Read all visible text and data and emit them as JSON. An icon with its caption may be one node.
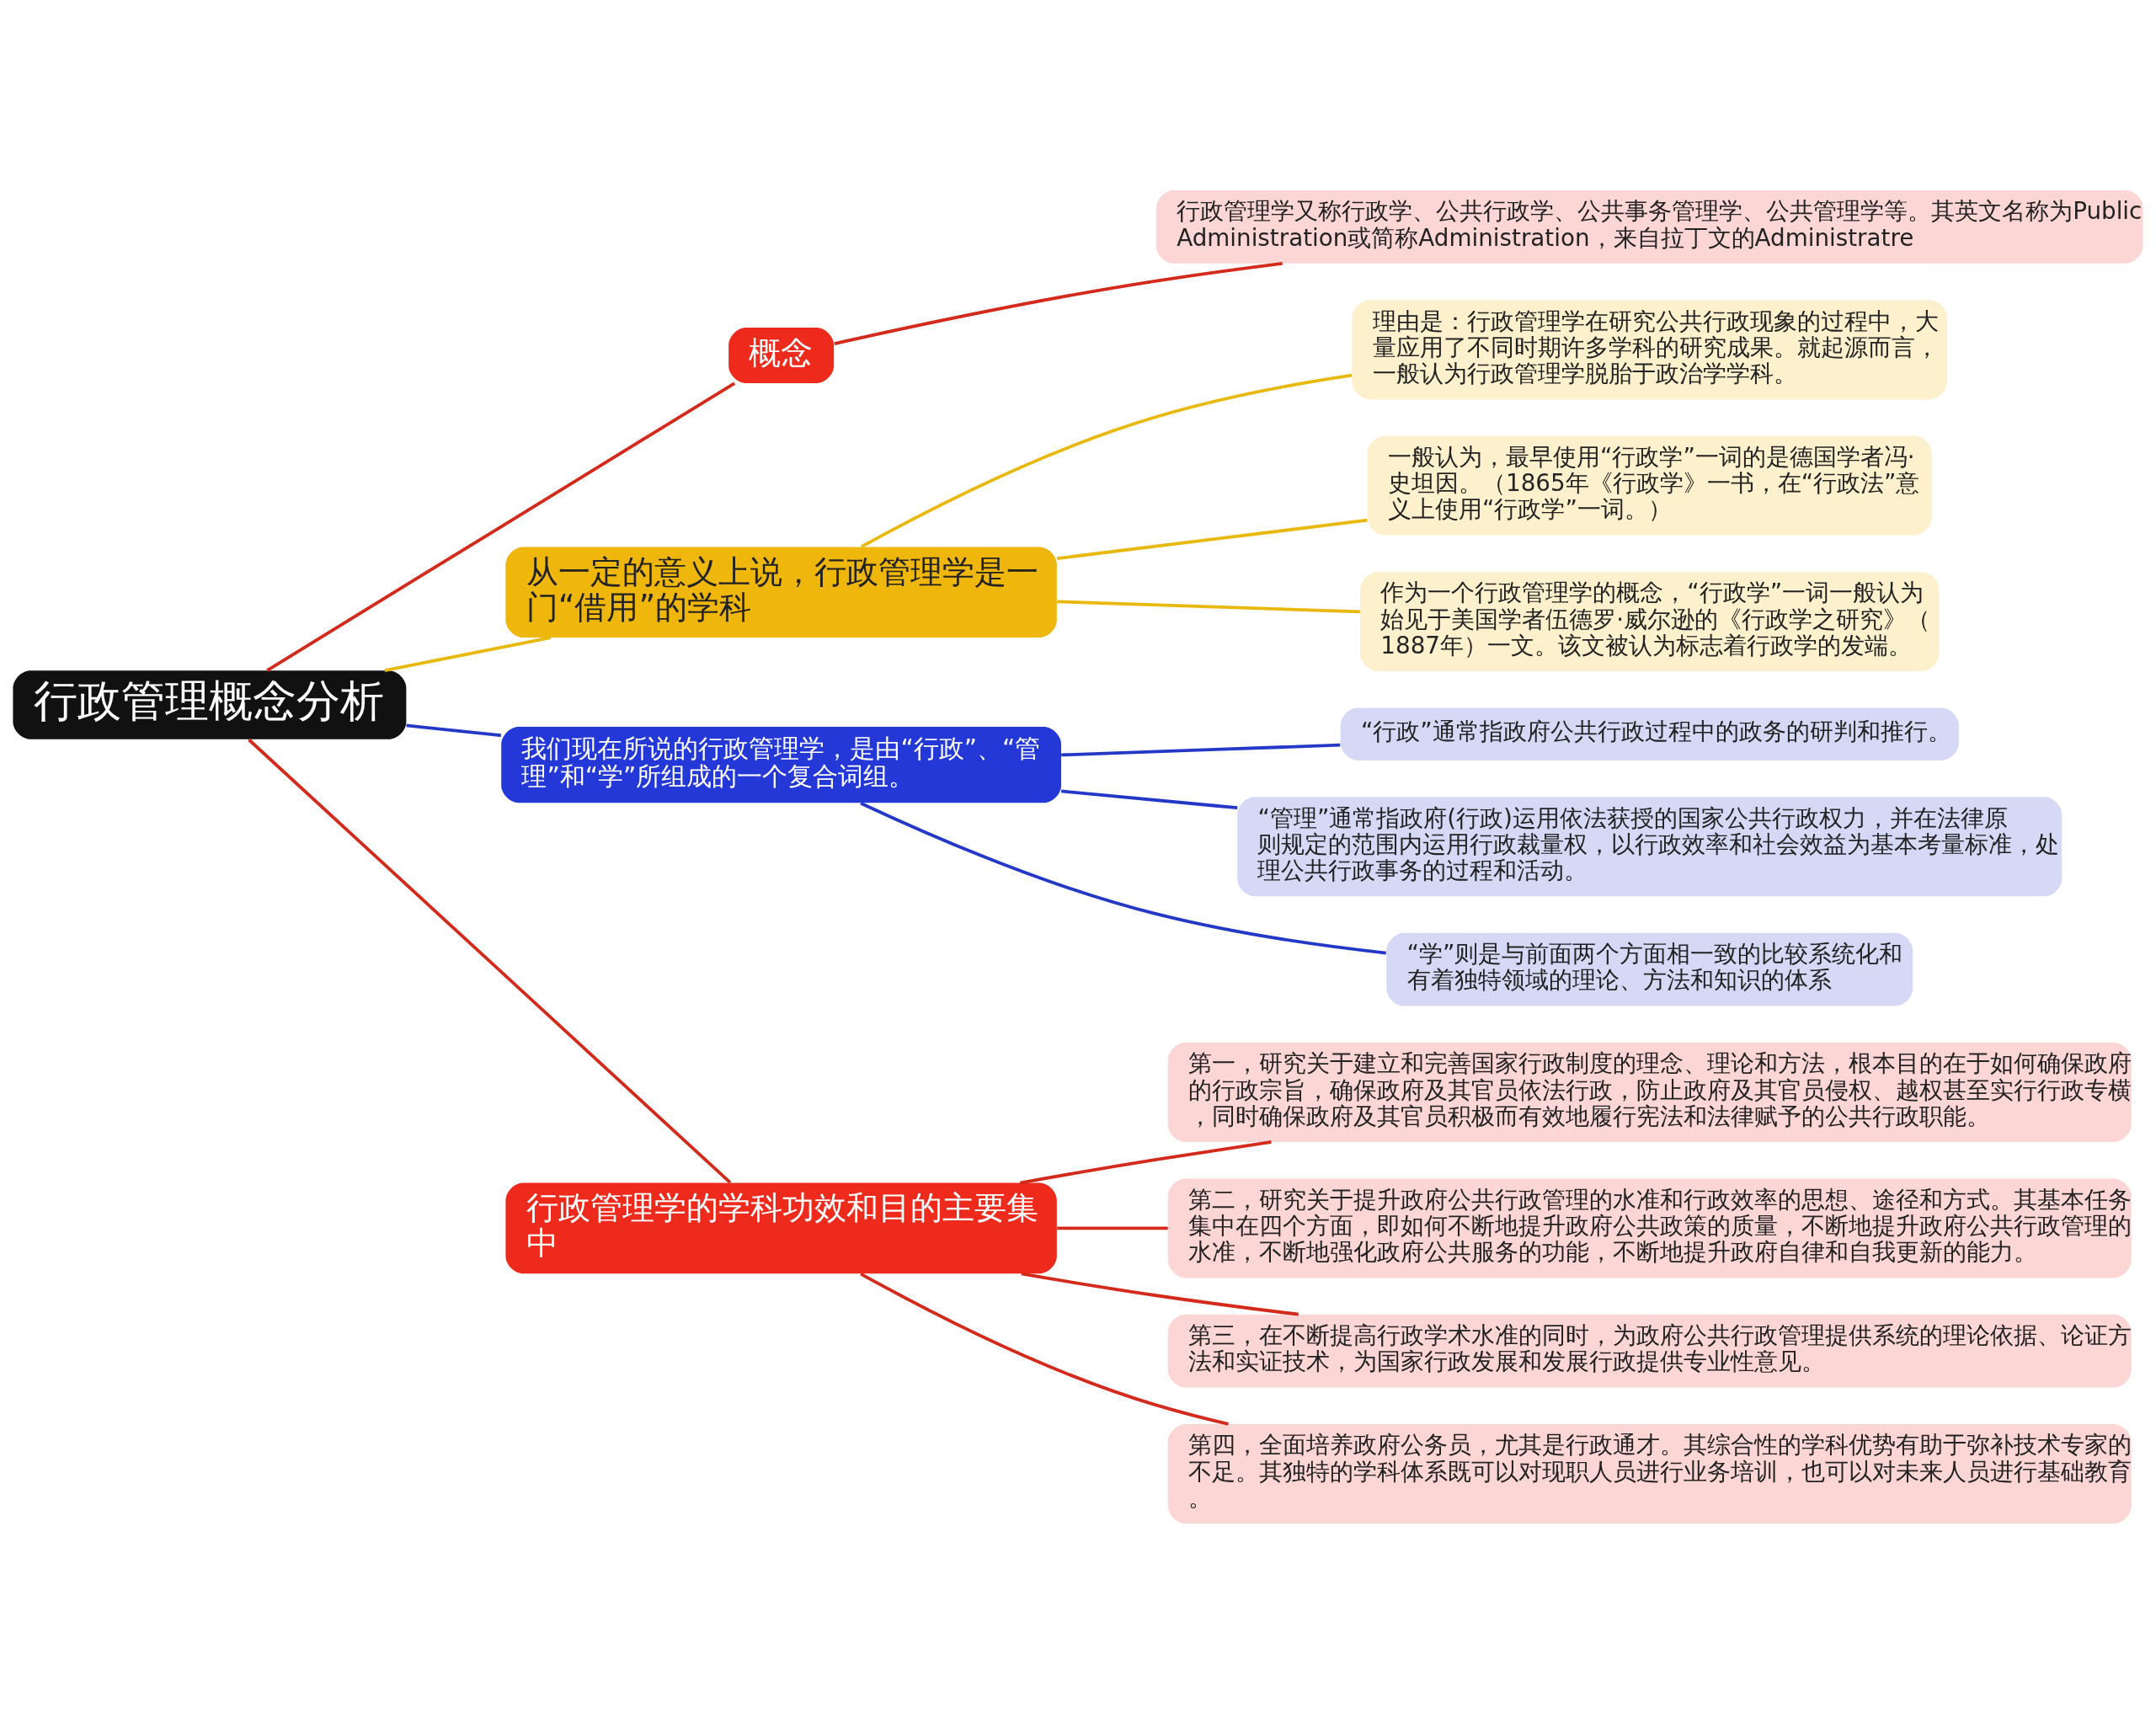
{
  "diagram": {
    "nodes": [
      {
        "text": [
          "行政管理概念分析"
        ]
      },
      {
        "text": [
          "概念"
        ]
      },
      {
        "text": [
          "行政管理学又称行政学、公共行政学、公共事务管理学、公共管理学等。其英文名称为Public Administration或简称Administration，来自拉丁文的Administratre"
        ]
      },
      {
        "text": [
          "从一定的意义上说，行政管理学是一门“借用”的学科"
        ]
      },
      {
        "text": [
          "理由是：行政管理学在研究公共行政现象的过程中，大量应用了不同时期许多学科的研究成果。就起源而言，一般认为行政管理学脱胎于政治学学科。"
        ]
      },
      {
        "text": [
          "一般认为，最早使用“行政学”一词的是德国学者冯·史坦因。（1865年《行政学》一书，在“行政法”意义上使用“行政学”一词。）"
        ]
      },
      {
        "text": [
          "作为一个行政管理学的概念，“行政学”一词一般认为始见于美国学者伍德罗·威尔逊的《行政学之研究》（1887年）一文。该文被认为标志着行政学的发端。"
        ]
      },
      {
        "text": [
          "我们现在所说的行政管理学，是由“行政”、“管理”和“学”所组成的一个复合词组。"
        ]
      },
      {
        "text": [
          "“行政”通常指政府公共行政过程中的政务的研判和推行。"
        ]
      },
      {
        "text": [
          "“管理”通常指政府(行政)运用依法获授的国家公共行政权力，并在法律原则规定的范围内运用行政裁量权，以行政效率和社会效益为基本考量标准，处理公共行政事务的过程和活动。"
        ]
      },
      {
        "text": [
          "“学”则是与前面两个方面相一致的比较系统化和有着独特领域的理论、方法和知识的体系"
        ]
      },
      {
        "text": [
          "行政管理学的学科功效和目的主要集中"
        ]
      },
      {
        "text": [
          "第一，研究关于建立和完善国家行政制度的理念、理论和方法，根本目的在于如何确保政府的行政宗旨，确保政府及其官员依法行政，防止政府及其官员侵权、越权甚至实行行政专横，同时确保政府及其官员积极而有效地履行宪法和法律赋予的公共行政职能。"
        ]
      },
      {
        "text": [
          "第二，研究关于提升政府公共行政管理的水准和行政效率的思想、途径和方式。其基本任务集中在四个方面，即如何不断地提升政府公共政策的质量，不断地提升政府公共行政管理的水准，不断地强化政府公共服务的功能，不断地提升政府自律和自我更新的能力。"
        ]
      },
      {
        "text": [
          "第三，在不断提高行政学术水准的同时，为政府公共行政管理提供系统的理论依据、论证方法和实证技术，为国家行政发展和发展行政提供专业性意见。"
        ]
      },
      {
        "text": [
          "第四，全面培养政府公务员，尤其是行政通才。其综合性的学科优势有助于弥补技术专家的不足。其独特的学科体系既可以对现职人员进行业务培训，也可以对未来人员进行基础教育。"
        ]
      }
    ],
    "edges": [
      {
        "from": 0,
        "to": 1,
        "arrow": "none"
      },
      {
        "from": 1,
        "to": 2,
        "arrow": "none"
      },
      {
        "from": 0,
        "to": 3,
        "arrow": "none",
        "color": "#e8b90c"
      },
      {
        "from": 3,
        "to": 4,
        "arrow": "none",
        "color": "#e8b90c"
      },
      {
        "from": 3,
        "to": 5,
        "arrow": "none",
        "color": "#e8b90c"
      },
      {
        "from": 3,
        "to": 6,
        "arrow": "none",
        "color": "#e8b90c"
      },
      {
        "from": 0,
        "to": 7,
        "arrow": "none",
        "color": "#2438c8"
      },
      {
        "from": 7,
        "to": 8,
        "arrow": "none",
        "color": "#2438c8"
      },
      {
        "from": 7,
        "to": 9,
        "arrow": "none",
        "color": "#2438c8"
      },
      {
        "from": 7,
        "to": 10,
        "arrow": "none",
        "color": "#2438c8"
      },
      {
        "from": 0,
        "to": 11,
        "arrow": "none"
      },
      {
        "from": 11,
        "to": 12,
        "arrow": "none"
      },
      {
        "from": 11,
        "to": 13,
        "arrow": "none"
      },
      {
        "from": 11,
        "to": 14,
        "arrow": "none"
      },
      {
        "from": 11,
        "to": 15,
        "arrow": "none"
      }
    ]
  }
}
